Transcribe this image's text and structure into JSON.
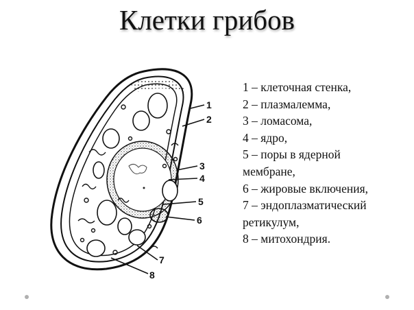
{
  "title": "Клетки грибов",
  "labels": [
    "1",
    "2",
    "3",
    "4",
    "5",
    "6",
    "7",
    "8"
  ],
  "legend": [
    "1 – клеточная стенка,",
    "2 – плазмалемма,",
    "3 – ломасома,",
    "4 – ядро,",
    "5 – поры в ядерной",
    "мембране,",
    "6 – жировые включения,",
    "7 – эндоплазматический",
    "ретикулум,",
    "8 – митохондрия."
  ]
}
